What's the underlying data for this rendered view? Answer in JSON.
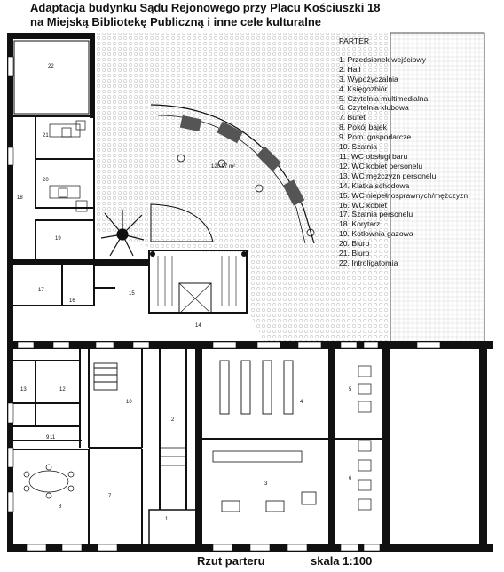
{
  "title_line1": "Adaptacja budynku Sądu Rejonowego przy Placu Kościuszki 18",
  "title_line2": "na Miejską Bibliotekę Publiczną i inne cele kulturalne",
  "legend": {
    "header": "PARTER",
    "items": [
      "1. Przedsionek wejściowy",
      "2. Hall",
      "3. Wypożyczalnia",
      "4. Księgozbiór",
      "5. Czytelnia multimedialna",
      "6. Czytelnia klubowa",
      "7. Bufet",
      "8. Pokój bajek",
      "9. Pom. gospodarcze",
      "10. Szatnia",
      "11. WC obsługi baru",
      "12. WC kobiet personelu",
      "13. WC mężczyzn personelu",
      "14. Klatka schodowa",
      "15. WC niepełnosprawnych/mężczyzn",
      "16. WC kobiet",
      "17. Szatnia personelu",
      "18. Korytarz",
      "19. Kotłownia gazowa",
      "20. Biuro",
      "21. Biuro",
      "22. Introligatornia"
    ]
  },
  "courtyard_area": "120.97 m²",
  "room_numbers": [
    "1",
    "2",
    "3",
    "4",
    "5",
    "6",
    "7",
    "8",
    "9",
    "10",
    "11",
    "12",
    "13",
    "14",
    "15",
    "16",
    "17",
    "18",
    "19",
    "20",
    "21",
    "22"
  ],
  "footer_left": "Rzut parteru",
  "footer_right": "skala 1:100"
}
